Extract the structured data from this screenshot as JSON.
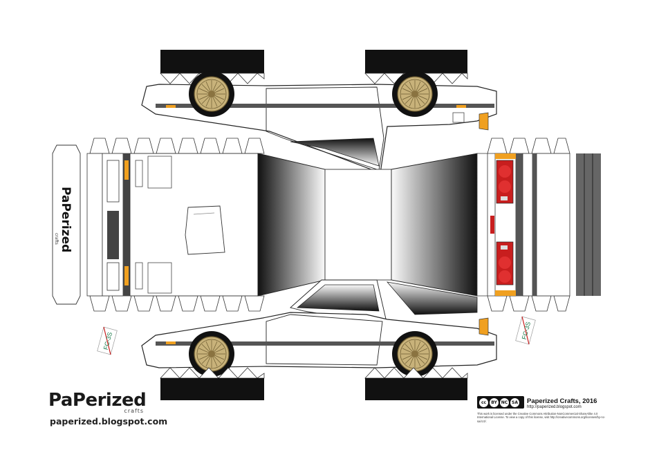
{
  "branding": {
    "logo_text": "PaPerized",
    "logo_subtext": "crafts",
    "url": "paperized.blogspot.com"
  },
  "license": {
    "badge": [
      "cc",
      "BY",
      "NC",
      "SA"
    ],
    "title": "Paperized Crafts, 2016",
    "url": "http://paperized.blogspot.com",
    "text": "This work is licensed under the Creative Commons Attribution-NonCommercial-ShareAlike 4.0 International License. To view a copy of this license, visit http://creativecommons.org/licenses/by-nc-sa/4.0/."
  },
  "tail_logo_text": "PaPerized",
  "tail_logo_subtext": "crafts",
  "plate_left": "FC-3S",
  "plate_right": "FC-3S",
  "colors": {
    "body": "#ffffff",
    "outline": "#222222",
    "stripe": "#555555",
    "tire": "#111111",
    "rim_gold": "#b89a5a",
    "taillight": "#c81e1e",
    "amber": "#f0a020"
  }
}
